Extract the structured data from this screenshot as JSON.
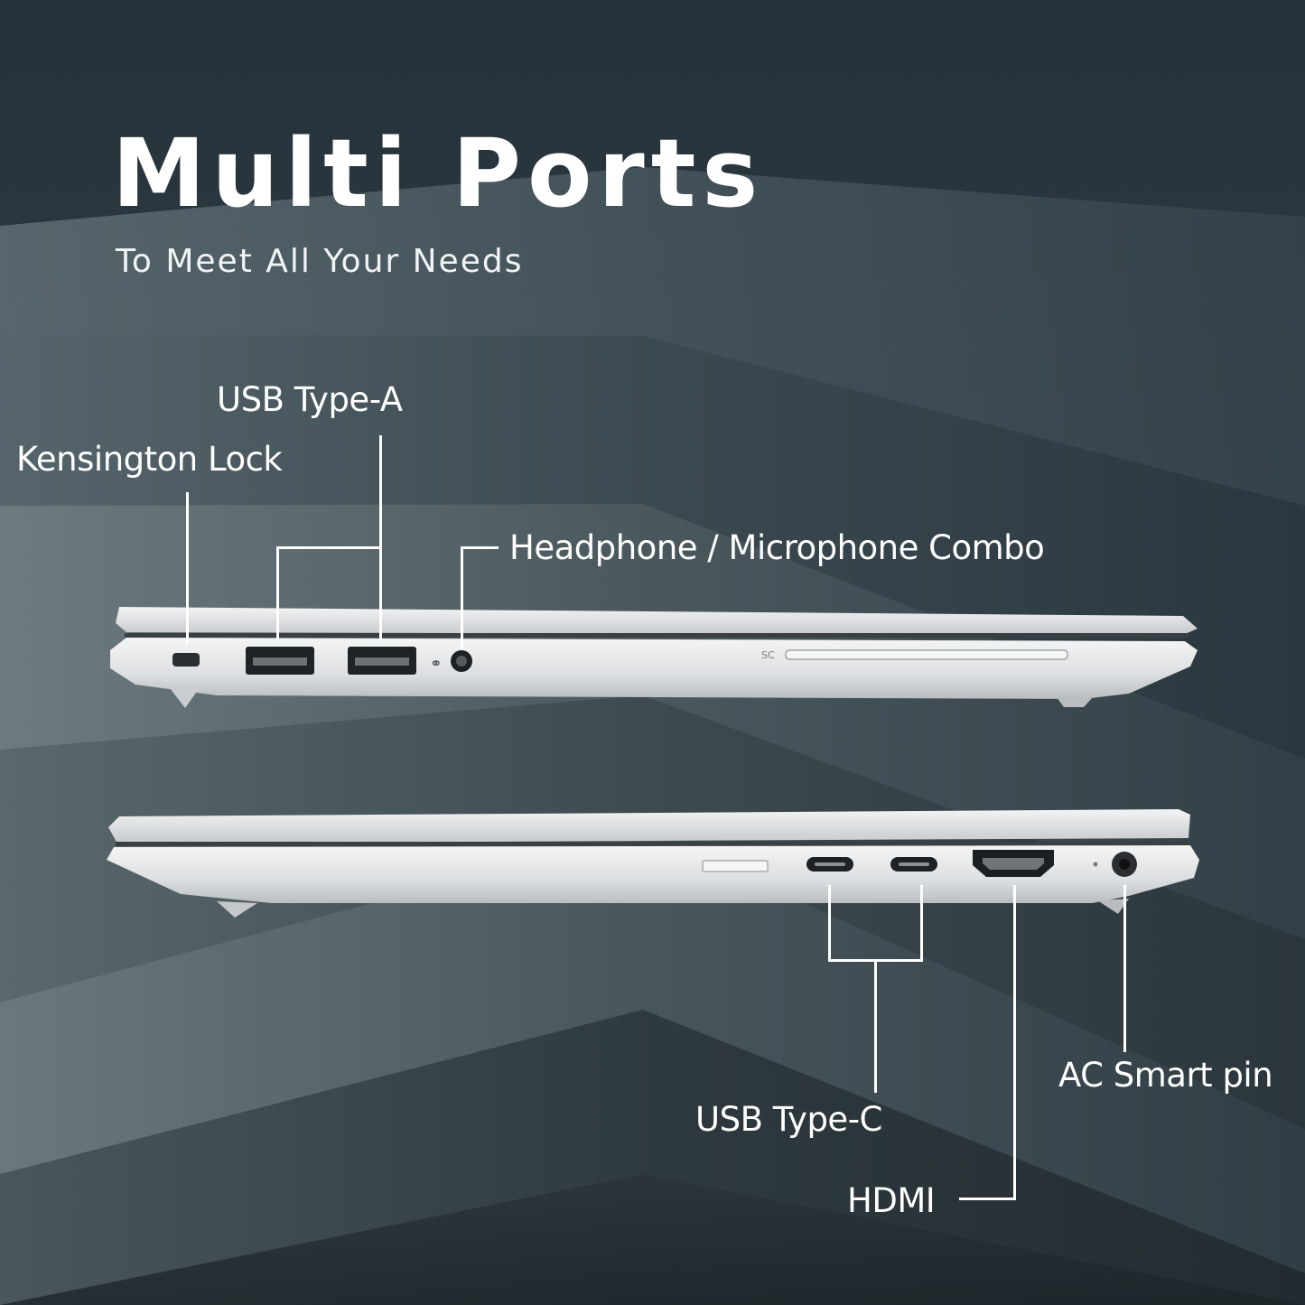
{
  "header": {
    "title": "Multi Ports",
    "subtitle": "To Meet All Your Needs"
  },
  "left_side": {
    "usb_a_label": "USB Type-A",
    "kensington_label": "Kensington Lock",
    "audio_label": "Headphone / Microphone Combo",
    "card_slot_mark": "SC"
  },
  "right_side": {
    "usb_c_label": "USB Type-C",
    "hdmi_label": "HDMI",
    "ac_label": "AC Smart pin"
  },
  "colors": {
    "background_dark": "#27333b",
    "background_light": "#6c7a80",
    "chassis_silver": "#d9dcdf",
    "label_white": "#ffffff"
  }
}
